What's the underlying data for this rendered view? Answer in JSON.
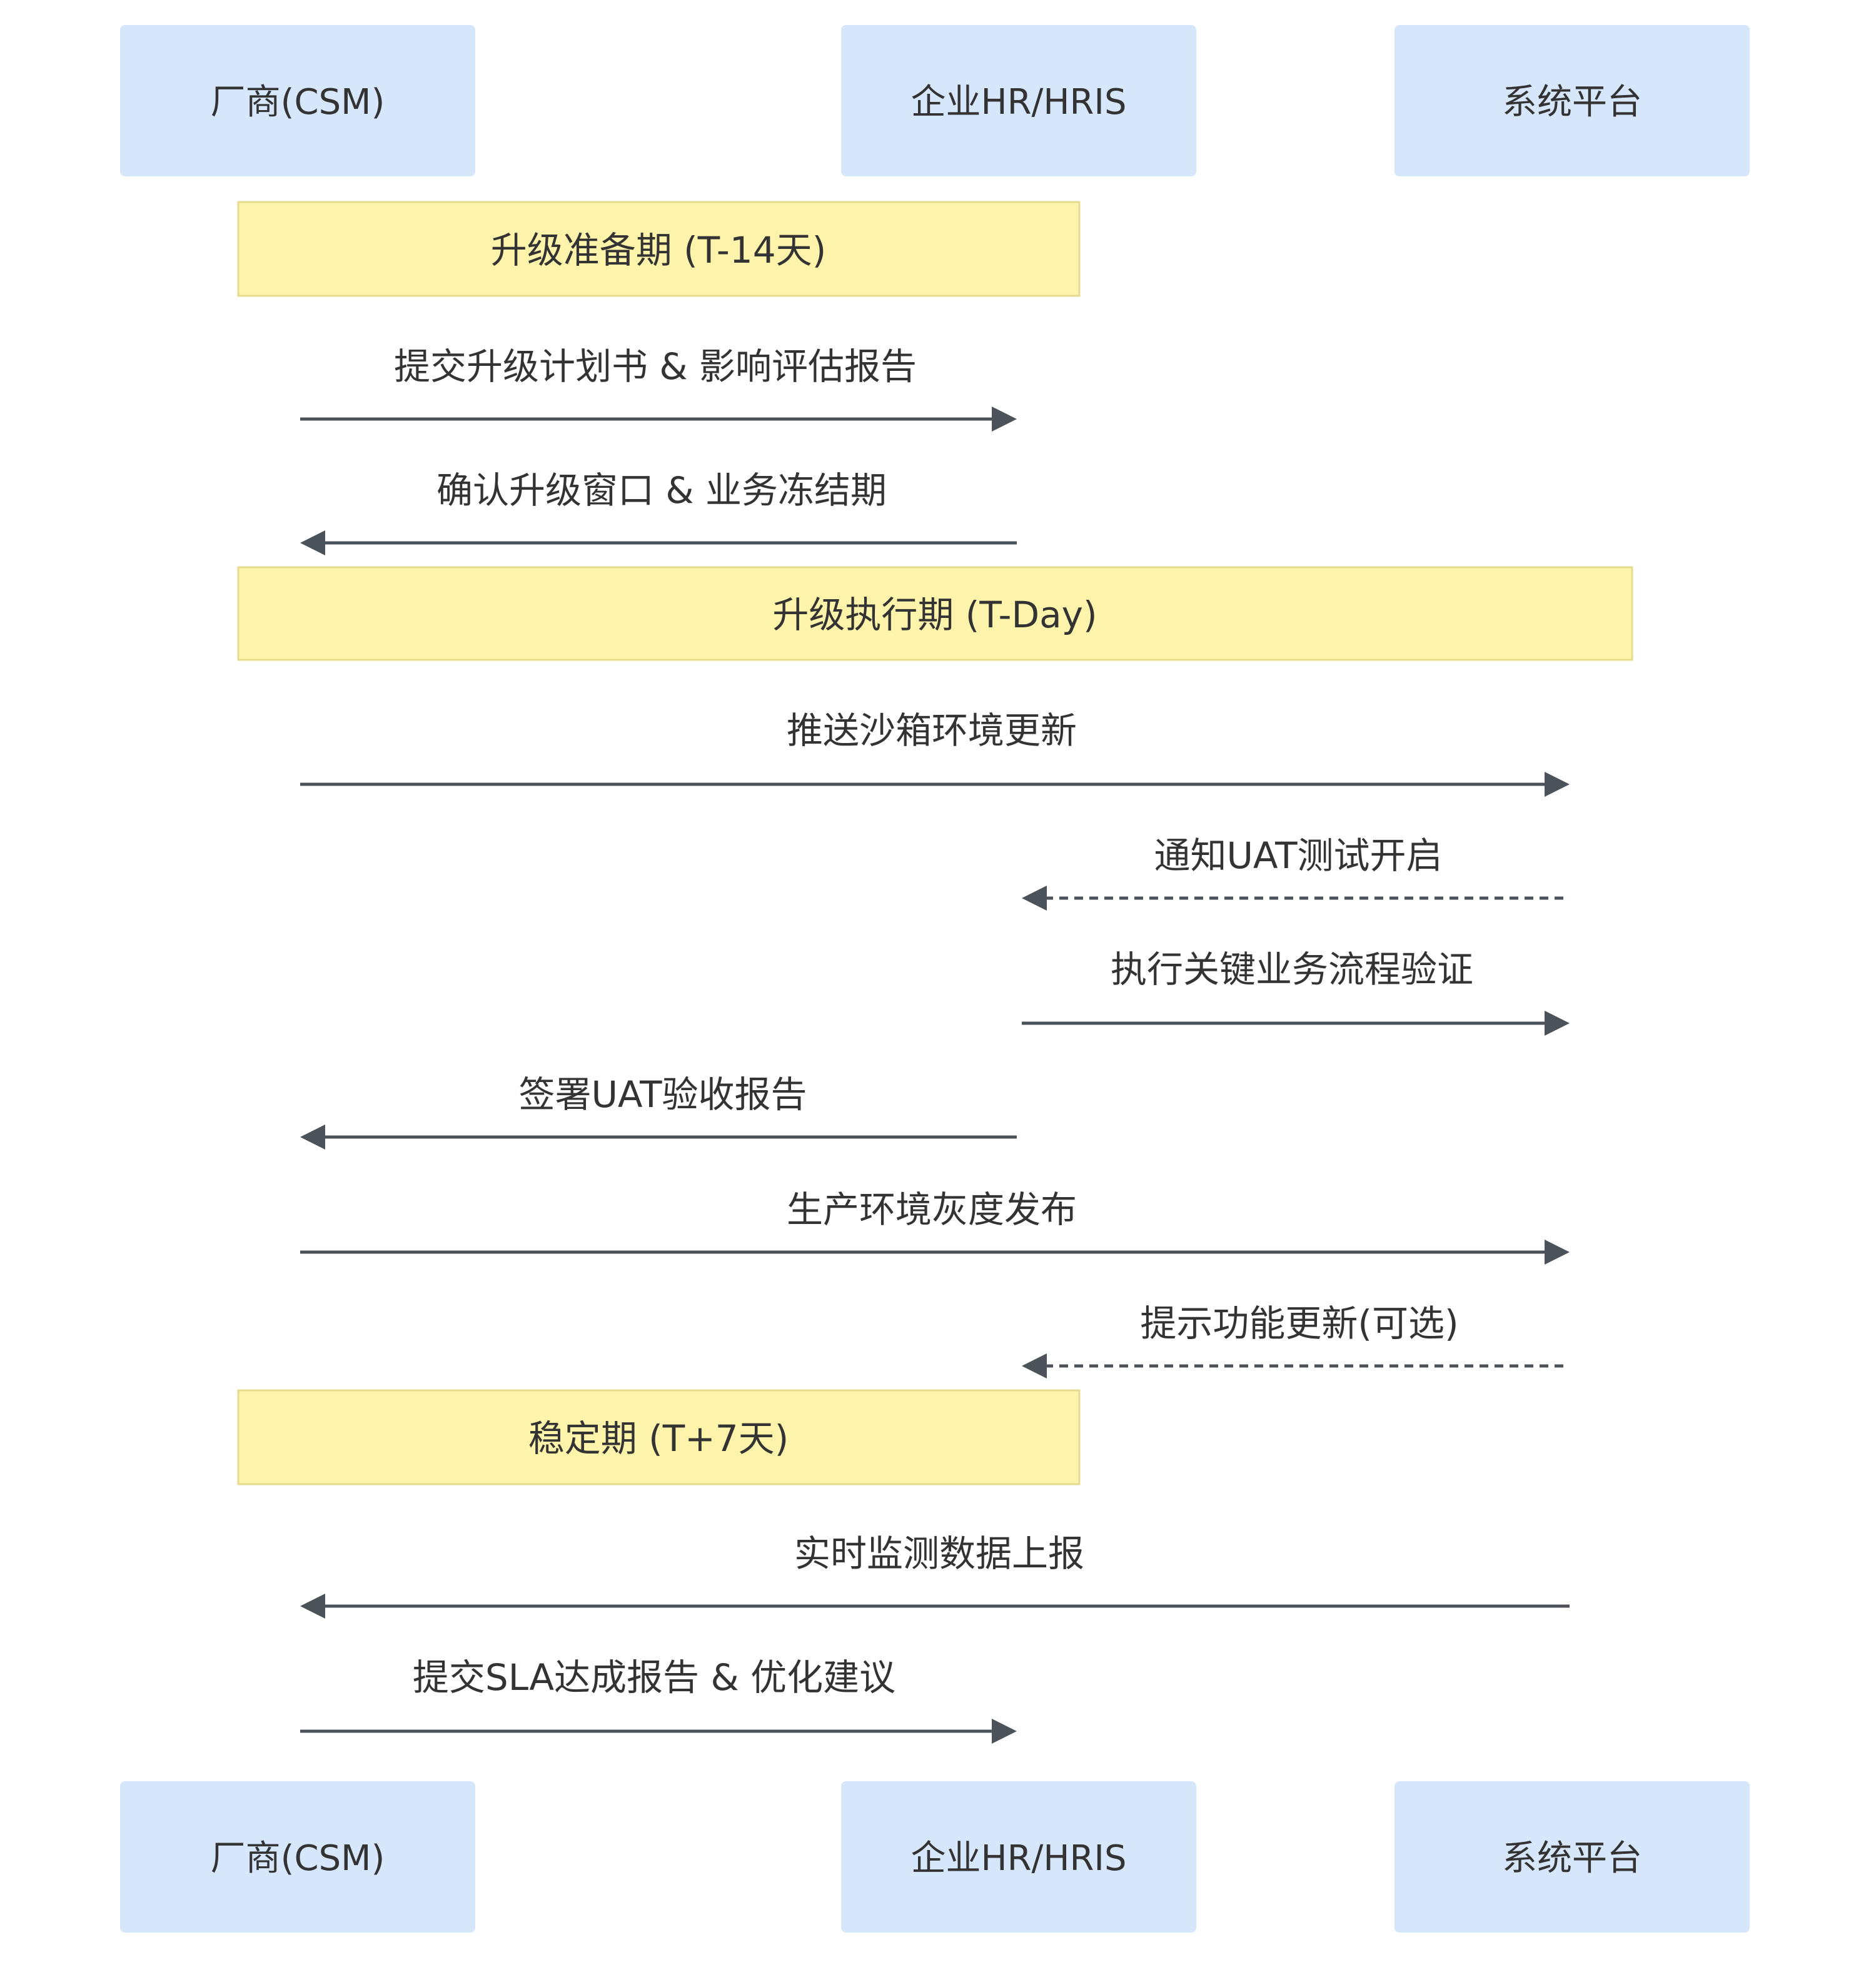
{
  "actors": [
    {
      "id": "csm",
      "label": "厂商(CSM)"
    },
    {
      "id": "hr",
      "label": "企业HR/HRIS"
    },
    {
      "id": "sys",
      "label": "系统平台"
    }
  ],
  "notes": [
    {
      "id": "prep",
      "label": "升级准备期 (T-14天)",
      "from": "csm",
      "to": "hr"
    },
    {
      "id": "exec",
      "label": "升级执行期 (T-Day)",
      "from": "csm",
      "to": "sys"
    },
    {
      "id": "stable",
      "label": "稳定期 (T+7天)",
      "from": "csm",
      "to": "hr"
    }
  ],
  "messages": [
    {
      "label": "提交升级计划书 & 影响评估报告",
      "from": "csm",
      "to": "hr",
      "style": "solid"
    },
    {
      "label": "确认升级窗口 & 业务冻结期",
      "from": "hr",
      "to": "csm",
      "style": "solid"
    },
    {
      "label": "推送沙箱环境更新",
      "from": "csm",
      "to": "sys",
      "style": "solid"
    },
    {
      "label": "通知UAT测试开启",
      "from": "sys",
      "to": "hr",
      "style": "dashed"
    },
    {
      "label": "执行关键业务流程验证",
      "from": "hr",
      "to": "sys",
      "style": "solid"
    },
    {
      "label": "签署UAT验收报告",
      "from": "hr",
      "to": "csm",
      "style": "solid"
    },
    {
      "label": "生产环境灰度发布",
      "from": "csm",
      "to": "sys",
      "style": "solid"
    },
    {
      "label": "提示功能更新(可选)",
      "from": "sys",
      "to": "hr",
      "style": "dashed"
    },
    {
      "label": "实时监测数据上报",
      "from": "sys",
      "to": "csm",
      "style": "solid"
    },
    {
      "label": "提交SLA达成报告 & 优化建议",
      "from": "csm",
      "to": "hr",
      "style": "solid"
    }
  ],
  "sequence": [
    {
      "kind": "note",
      "index": 0
    },
    {
      "kind": "message",
      "index": 0
    },
    {
      "kind": "message",
      "index": 1
    },
    {
      "kind": "note",
      "index": 1
    },
    {
      "kind": "message",
      "index": 2
    },
    {
      "kind": "message",
      "index": 3
    },
    {
      "kind": "message",
      "index": 4
    },
    {
      "kind": "message",
      "index": 5
    },
    {
      "kind": "message",
      "index": 6
    },
    {
      "kind": "message",
      "index": 7
    },
    {
      "kind": "note",
      "index": 2
    },
    {
      "kind": "message",
      "index": 8
    },
    {
      "kind": "message",
      "index": 9
    }
  ],
  "colors": {
    "actor_fill": "#d6e6fb",
    "note_fill": "#fdf3aa",
    "line": "#4b5259",
    "text": "#333333"
  }
}
